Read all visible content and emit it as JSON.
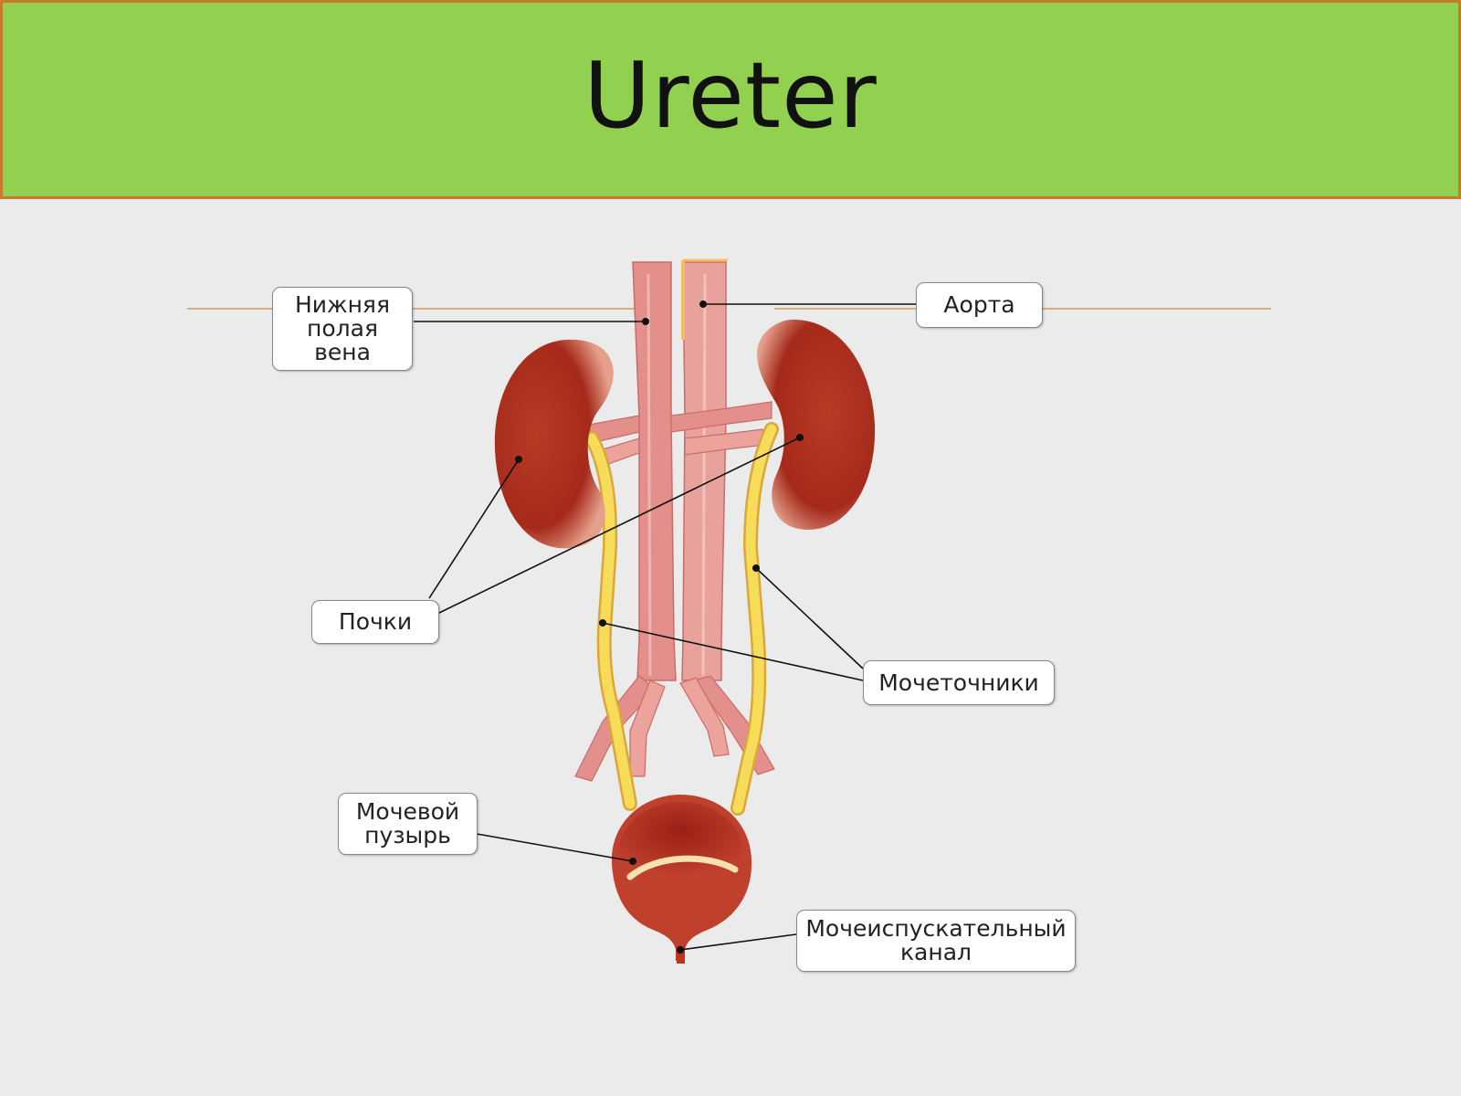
{
  "title": "Ureter",
  "labels": {
    "ivc": "Нижняя\nполая\nвена",
    "aorta": "Аорта",
    "kidneys": "Почки",
    "ureters": "Мочеточники",
    "bladder": "Мочевой\nпузырь",
    "urethra": "Мочеиспускательный\nканал"
  },
  "colors": {
    "header": "#92d050",
    "header_border": "#c9792f",
    "background": "#ebebeb",
    "kidney": "#b5311f",
    "vessel": "#e38f8b",
    "ureter": "#f5d64b",
    "bladder": "#a3261b"
  }
}
